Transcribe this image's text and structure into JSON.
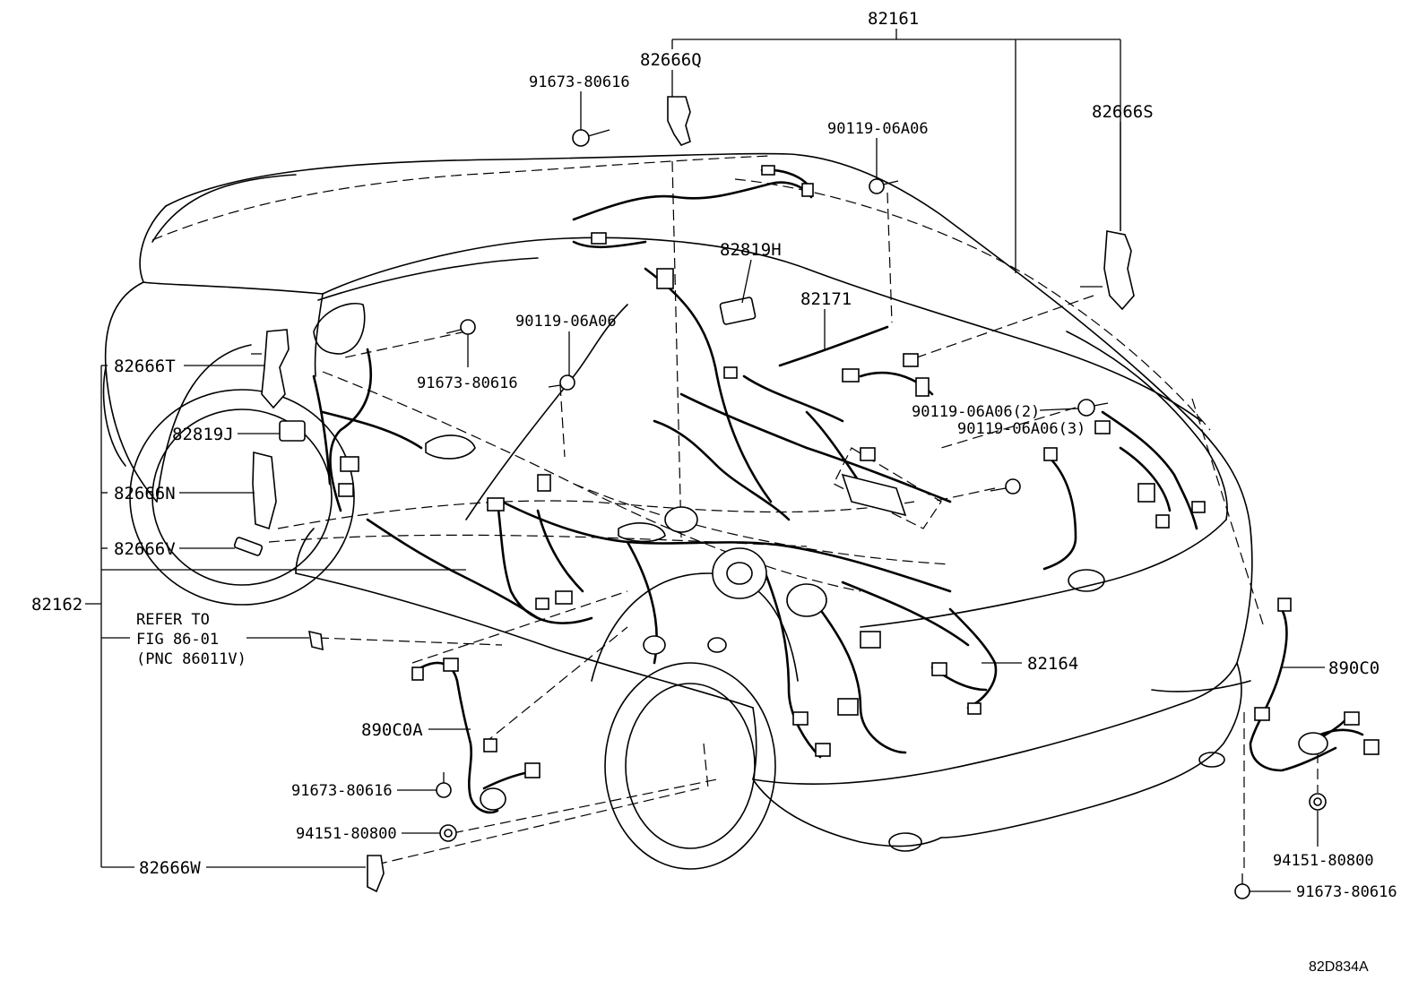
{
  "diagram": {
    "code": "82D834A",
    "labels": {
      "l82161": "82161",
      "l82666Q": "82666Q",
      "l91673_top": "91673-80616",
      "l82666S": "82666S",
      "l90119_top": "90119-06A06",
      "l82819H": "82819H",
      "l82171": "82171",
      "l90119_mid": "90119-06A06",
      "l91673_mid": "91673-80616",
      "l82666T": "82666T",
      "l90119_2": "90119-06A06(2)",
      "l90119_3": "90119-06A06(3)",
      "l82819J": "82819J",
      "l82666N": "82666N",
      "l82666V": "82666V",
      "l82162": "82162",
      "refer1": "REFER TO",
      "refer2": "FIG 86-01",
      "refer3": "(PNC 86011V)",
      "l82164": "82164",
      "l890C0": "890C0",
      "l890C0A": "890C0A",
      "l91673_bl": "91673-80616",
      "l94151_bl": "94151-80800",
      "l82666W": "82666W",
      "l94151_br": "94151-80800",
      "l91673_br": "91673-80616"
    }
  }
}
